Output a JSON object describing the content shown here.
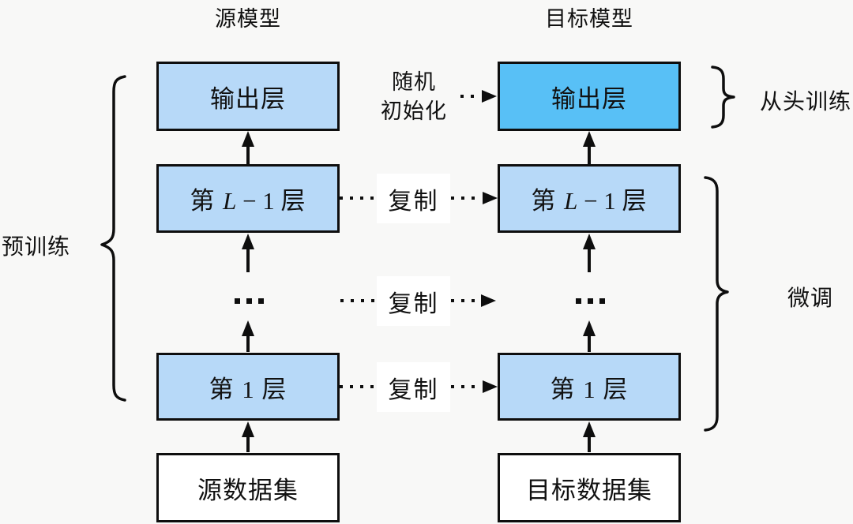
{
  "colors": {
    "background": "#f8f8f7",
    "box_light_blue": "#b7d9f8",
    "box_bright_blue": "#58c0f6",
    "box_white": "#ffffff",
    "stroke_black": "#0e0e0e"
  },
  "titles": {
    "source": "源模型",
    "target": "目标模型"
  },
  "source": {
    "output": "输出层",
    "layerL": {
      "p1": "第 ",
      "p2": "L",
      "p3": " − 1 ",
      "p4": "层"
    },
    "layer1": {
      "p1": "第 ",
      "p2": "1",
      "p3": " 层"
    },
    "dataset": "源数据集"
  },
  "target": {
    "output": "输出层",
    "layerL": {
      "p1": "第 ",
      "p2": "L",
      "p3": " − 1 ",
      "p4": "层"
    },
    "layer1": {
      "p1": "第 ",
      "p2": "1",
      "p3": " 层"
    },
    "dataset": "目标数据集"
  },
  "labels": {
    "pretrain": "预训练",
    "random_init_line1": "随机",
    "random_init_line2": "初始化",
    "copy": "复制",
    "train_from_scratch": "从头训练",
    "finetune": "微调"
  },
  "icons": {
    "ellipsis": "three-square-mid-dots",
    "up_arrow": "solid-black-up-arrow",
    "dashed_right_arrow": "dotted-line-with-solid-right-arrowhead",
    "left_brace": "curly-brace-opening-left",
    "right_brace": "curly-brace-opening-right"
  }
}
